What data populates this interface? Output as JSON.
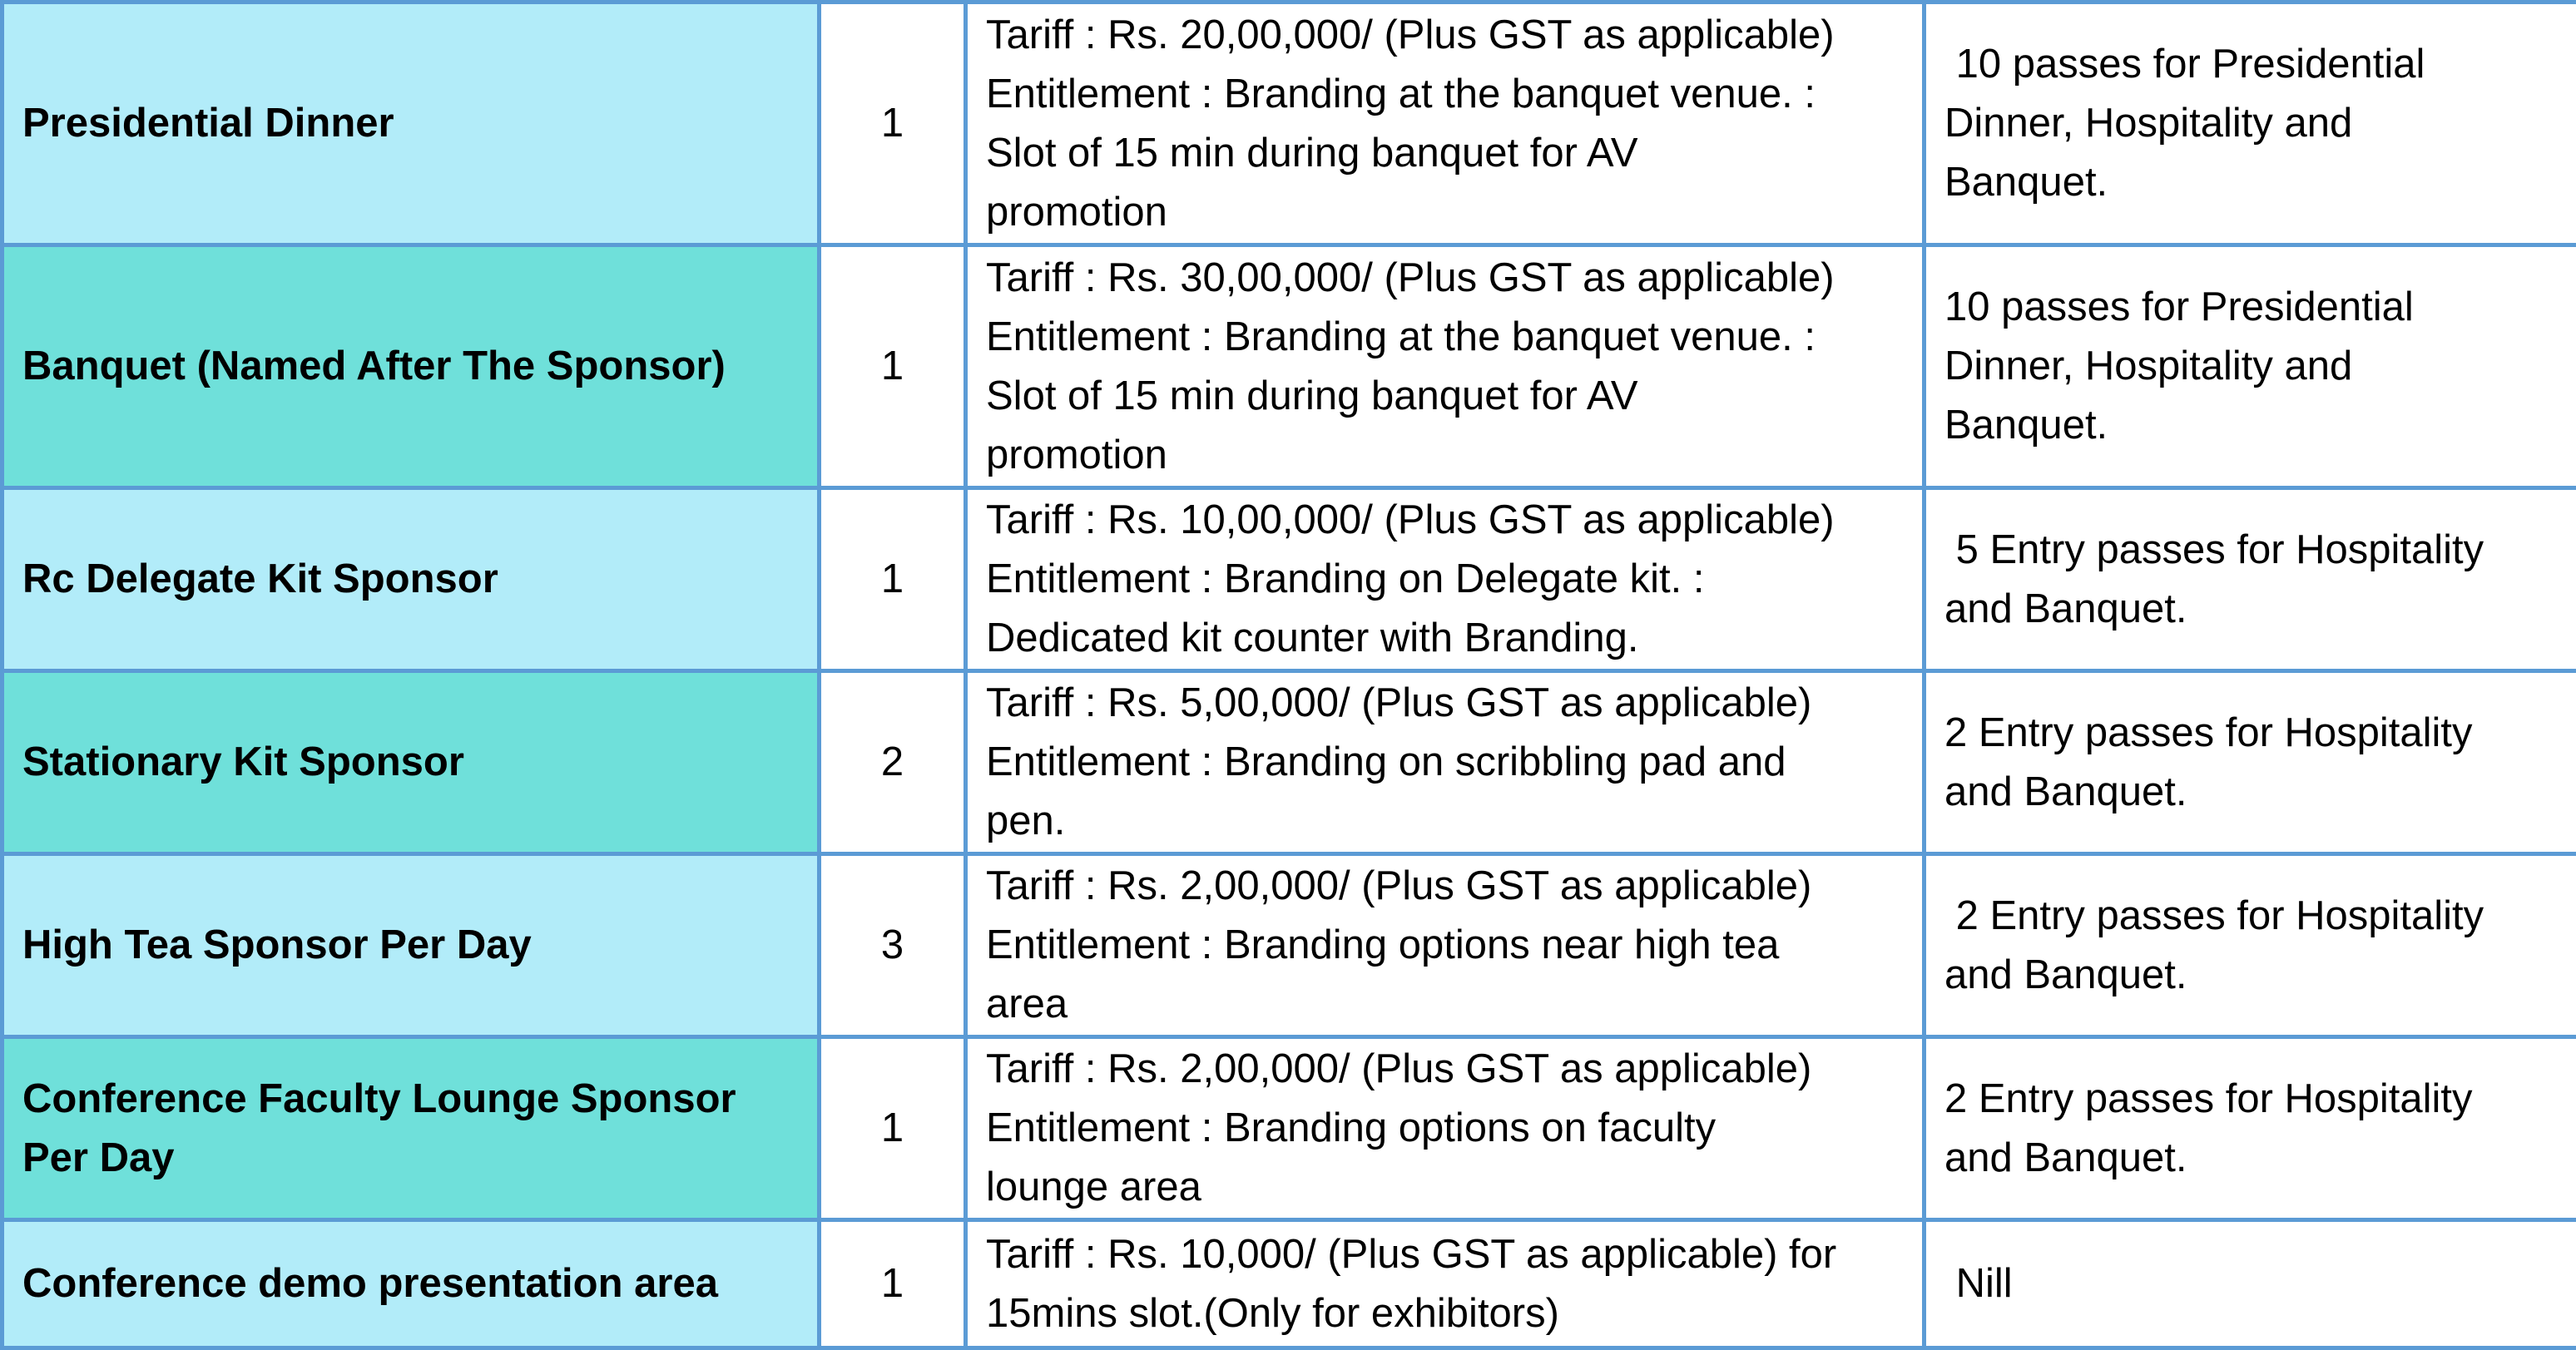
{
  "colors": {
    "border": "#5b9bd5",
    "name_light": "#b2ecf9",
    "name_teal": "#6fe0da",
    "cell": "#ffffff"
  },
  "rows": [
    {
      "name": "Presidential Dinner",
      "qty": "1",
      "tariff": [
        "Tariff : Rs. 20,00,000/ (Plus GST as applicable)",
        "Entitlement : Branding at the banquet venue. :",
        "Slot of 15 min during banquet for AV",
        "promotion"
      ],
      "benefit": [
        " 10 passes for Presidential",
        "Dinner, Hospitality and",
        "Banquet."
      ]
    },
    {
      "name": "Banquet (Named After The Sponsor)",
      "qty": "1",
      "tariff": [
        "Tariff : Rs. 30,00,000/ (Plus GST as applicable)",
        "Entitlement : Branding at the banquet venue. :",
        "Slot of 15 min during banquet for AV",
        "promotion"
      ],
      "benefit": [
        "10 passes for Presidential",
        "Dinner, Hospitality and",
        "Banquet."
      ]
    },
    {
      "name": "Rc Delegate Kit Sponsor",
      "qty": "1",
      "tariff": [
        "Tariff : Rs. 10,00,000/ (Plus GST as applicable)",
        "Entitlement : Branding on Delegate kit. :",
        "Dedicated kit counter with Branding."
      ],
      "benefit": [
        " 5 Entry passes for Hospitality",
        "and Banquet."
      ]
    },
    {
      "name": "Stationary Kit Sponsor",
      "qty": "2",
      "tariff": [
        "Tariff : Rs. 5,00,000/ (Plus GST as applicable)",
        "Entitlement : Branding on scribbling pad and",
        "pen."
      ],
      "benefit": [
        "2 Entry passes for Hospitality",
        "and Banquet."
      ]
    },
    {
      "name": "High Tea Sponsor Per Day",
      "qty": "3",
      "tariff": [
        "Tariff : Rs. 2,00,000/ (Plus GST as applicable)",
        "Entitlement : Branding options near high tea",
        "area"
      ],
      "benefit": [
        " 2 Entry passes for Hospitality",
        "and Banquet."
      ]
    },
    {
      "name": [
        "Conference Faculty Lounge Sponsor",
        "Per Day"
      ],
      "qty": "1",
      "tariff": [
        "Tariff : Rs. 2,00,000/ (Plus GST as applicable)",
        "Entitlement : Branding options on faculty",
        "lounge area"
      ],
      "benefit": [
        "2 Entry passes for Hospitality",
        "and Banquet."
      ]
    },
    {
      "name": "Conference demo presentation area",
      "qty": "1",
      "tariff": [
        "Tariff : Rs. 10,000/ (Plus GST as applicable) for",
        "15mins slot.(Only for exhibitors)"
      ],
      "benefit": [
        " Nill"
      ]
    }
  ]
}
